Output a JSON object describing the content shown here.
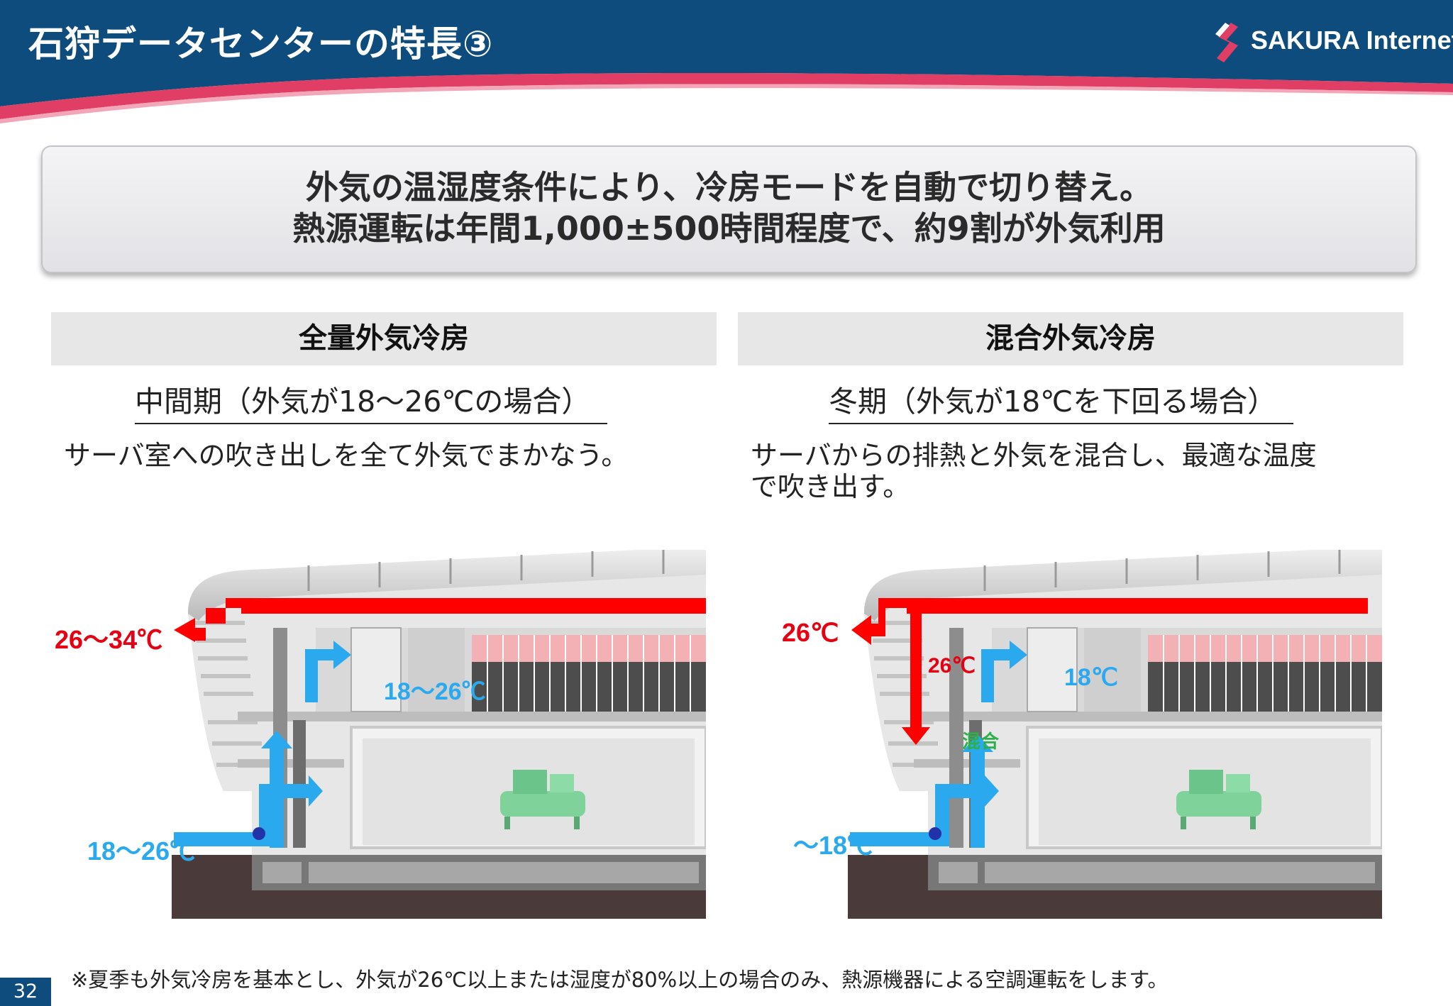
{
  "header": {
    "title": "石狩データセンターの特長③",
    "logo_text": "SAKURA Internet",
    "colors": {
      "navy": "#0e4c7d",
      "accent": "#e03e64"
    }
  },
  "summary": {
    "line1": "外気の温湿度条件により、冷房モードを自動で切り替え。",
    "line2": "熱源運転は年間1,000±500時間程度で、約9割が外気利用"
  },
  "left": {
    "heading": "全量外気冷房",
    "subheading": "中間期（外気が18～26℃の場合）",
    "description": "サーバ室への吹き出しを全て外気でまかなう。",
    "labels": {
      "exhaust": "26～34℃",
      "supply_upper": "18～26℃",
      "intake": "18～26℃"
    }
  },
  "right": {
    "heading": "混合外気冷房",
    "subheading": "冬期（外気が18℃を下回る場合）",
    "description_line1": "サーバからの排熱と外気を混合し、最適な温度",
    "description_line2": "で吹き出す。",
    "labels": {
      "exhaust": "26℃",
      "return": "26℃",
      "supply_upper": "18℃",
      "mix": "混合",
      "intake": "～18℃"
    }
  },
  "footnote": "※夏季も外気冷房を基本とし、外気が26℃以上または湿度が80%以上の場合のみ、熱源機器による空調運転をします。",
  "page_number": "32",
  "icons": [
    "sakura-logo-icon",
    "hot-air-arrow-icon",
    "cool-air-arrow-icon",
    "chiller-icon",
    "server-rack-icon"
  ]
}
